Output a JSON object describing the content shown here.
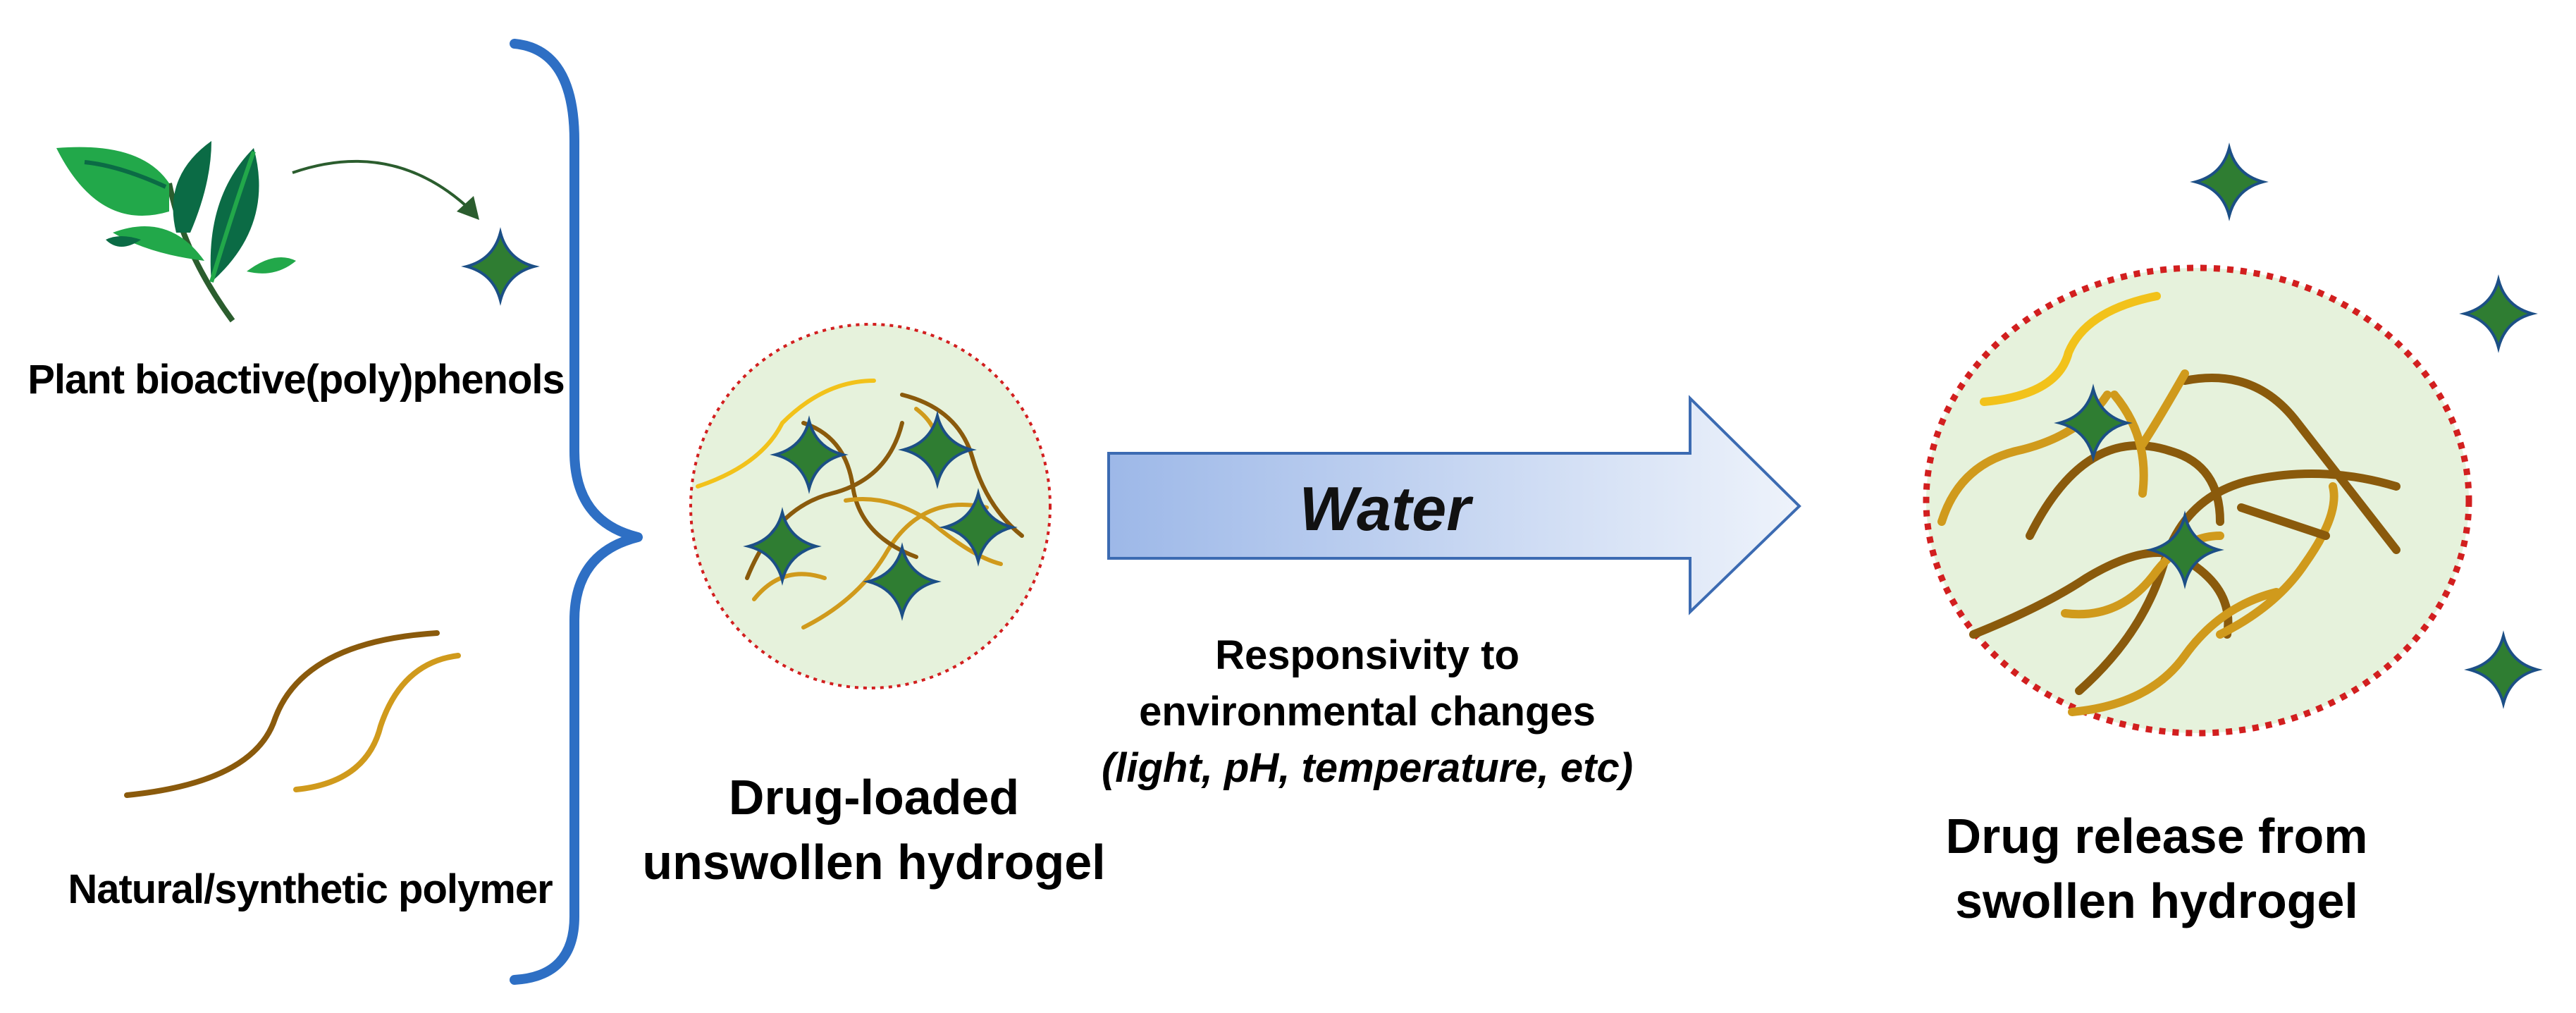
{
  "labels": {
    "plant": "Plant bioactive(poly)phenols",
    "polymer": "Natural/synthetic polymer",
    "unswollen_line1": "Drug-loaded",
    "unswollen_line2": "unswollen hydrogel",
    "arrow": "Water",
    "responsivity_line1": "Responsivity to",
    "responsivity_line2": "environmental changes",
    "responsivity_line3": "(light, pH, temperature, etc)",
    "release_line1": "Drug release from",
    "release_line2": "swollen hydrogel"
  },
  "icons": [
    "leaf-icon",
    "drug-star-icon",
    "polymer-strand-icon",
    "brace-icon",
    "hydrogel-icon",
    "arrow-icon"
  ],
  "colors": {
    "brace": "#2e6fc4",
    "leaf_dark": "#0b6b45",
    "leaf_light": "#22a84a",
    "drug_star": "#2f7d32",
    "drug_star_outline": "#1c4f86",
    "polymer_brown": "#8a5a0c",
    "polymer_gold": "#d09a1c",
    "polymer_yellow": "#f2c21a",
    "gel_fill": "#e6f2dc",
    "gel_border": "#d21f1f",
    "arrow_start": "#9db8e8",
    "arrow_end": "#eef3fb",
    "arrow_outline": "#3c6bb2"
  }
}
